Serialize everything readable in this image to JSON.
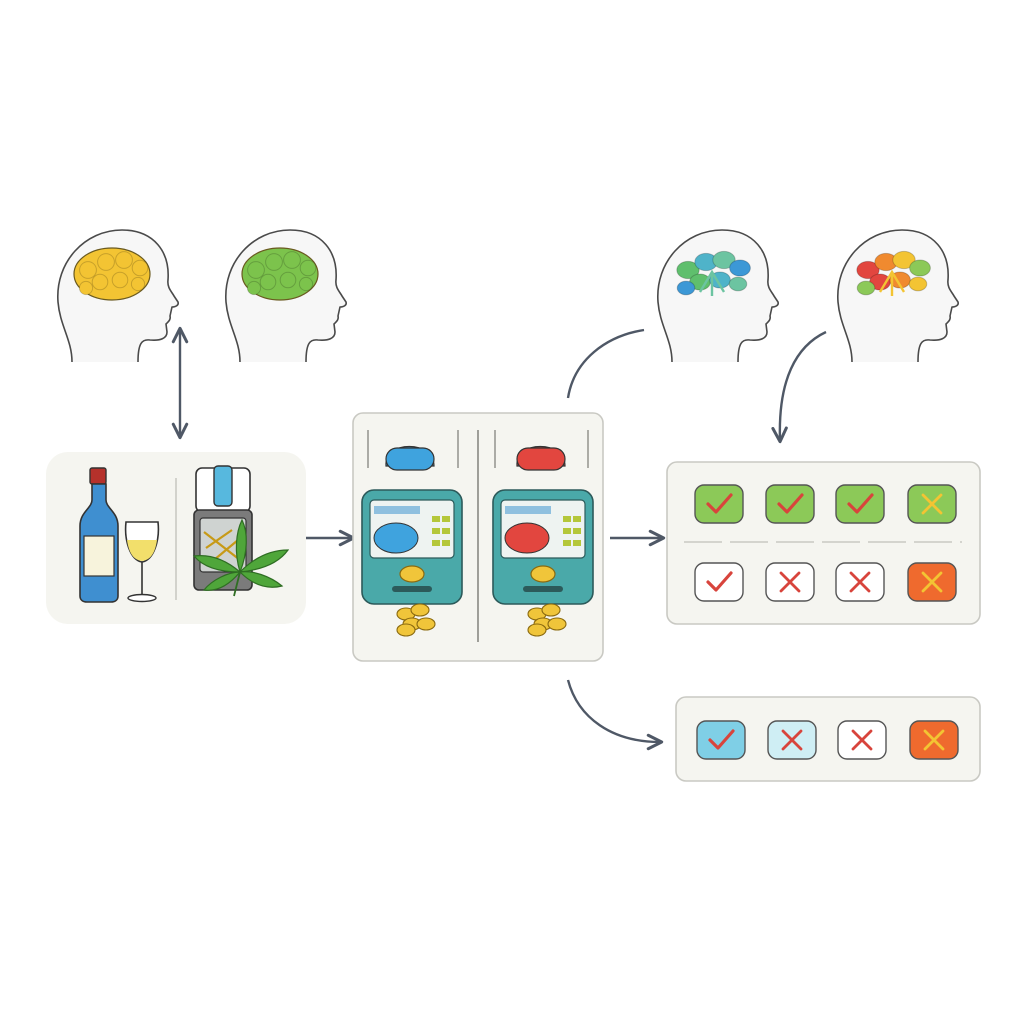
{
  "colors": {
    "background": "#ffffff",
    "panel_fill": "#f5f5f0",
    "panel_stroke": "#c9c9c3",
    "arrow": "#4f5866",
    "head_fill": "#f7f7f7",
    "head_stroke": "#4a4a4a",
    "brain_yellow": "#f3c433",
    "brain_green": "#7cc34c",
    "machine_teal": "#4aa9a9",
    "pill_blue": "#3fa3de",
    "pill_red": "#e2463f",
    "coin_gold": "#f0c53a",
    "check_red": "#d8443c",
    "tile_green": "#8cc958",
    "tile_blue": "#7fcfe6",
    "tile_orange": "#ef6a2e"
  },
  "heads": [
    {
      "brain": "yellow-brain",
      "palette": [
        "#f3c433"
      ]
    },
    {
      "brain": "green-brain",
      "palette": [
        "#7cc34c"
      ]
    },
    {
      "brain": "teal-cluster-brain",
      "palette": [
        "#5fbf6d",
        "#4fb3c9",
        "#6cc4a1",
        "#3c98d6"
      ]
    },
    {
      "brain": "red-orange-cluster-brain",
      "palette": [
        "#e2463f",
        "#f08a2f",
        "#f3c433",
        "#8cc958"
      ]
    }
  ],
  "substances_panel": {
    "left_items": [
      "wine-bottle-icon",
      "wine-glass-icon"
    ],
    "right_items": [
      "vape-device-icon",
      "cannabis-leaf-icon"
    ]
  },
  "machines_panel": {
    "machines": [
      {
        "pill_icon": "blue-pill-icon",
        "pill_color": "#3fa3de"
      },
      {
        "pill_icon": "red-pill-icon",
        "pill_color": "#e2463f"
      }
    ]
  },
  "results_panel": {
    "row1": [
      {
        "mark": "check",
        "tile": "#8cc958",
        "mark_color": "#d8443c"
      },
      {
        "mark": "check",
        "tile": "#8cc958",
        "mark_color": "#d8443c"
      },
      {
        "mark": "check",
        "tile": "#8cc958",
        "mark_color": "#d8443c"
      },
      {
        "mark": "cross",
        "tile": "#8cc958",
        "mark_color": "#f3c433"
      }
    ],
    "row2": [
      {
        "mark": "check",
        "tile": "#ffffff",
        "mark_color": "#d8443c"
      },
      {
        "mark": "cross",
        "tile": "#ffffff",
        "mark_color": "#d8443c"
      },
      {
        "mark": "cross",
        "tile": "#ffffff",
        "mark_color": "#d8443c"
      },
      {
        "mark": "cross",
        "tile": "#ef6a2e",
        "mark_color": "#f3c433"
      }
    ]
  },
  "bottom_panel": {
    "row": [
      {
        "mark": "check",
        "tile": "#7fcfe6",
        "mark_color": "#d8443c"
      },
      {
        "mark": "cross",
        "tile": "#cfeef4",
        "mark_color": "#d8443c"
      },
      {
        "mark": "cross",
        "tile": "#ffffff",
        "mark_color": "#d8443c"
      },
      {
        "mark": "cross",
        "tile": "#ef6a2e",
        "mark_color": "#f3c433"
      }
    ]
  }
}
